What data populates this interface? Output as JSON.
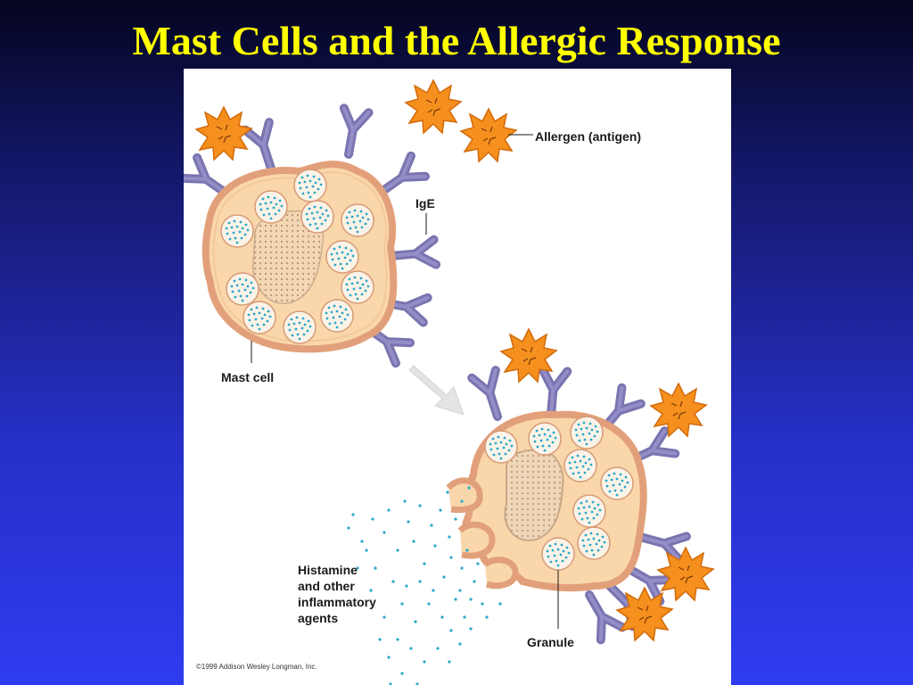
{
  "slide": {
    "title": "Mast Cells and the Allergic Response"
  },
  "diagram": {
    "labels": {
      "allergen": "Allergen (antigen)",
      "ige": "IgE",
      "mast_cell": "Mast cell",
      "histamine": [
        "Histamine",
        "and other",
        "inflammatory",
        "agents"
      ],
      "granule": "Granule"
    },
    "copyright": "©1999 Addison Wesley Longman, Inc.",
    "colors": {
      "title": "#ffff00",
      "cell_fill": "#f9d7ab",
      "cell_membrane": "#e2a07a",
      "antibody": "#7a74b0",
      "allergen": "#f5901e",
      "granule_dots": "#2aa8c8"
    }
  }
}
